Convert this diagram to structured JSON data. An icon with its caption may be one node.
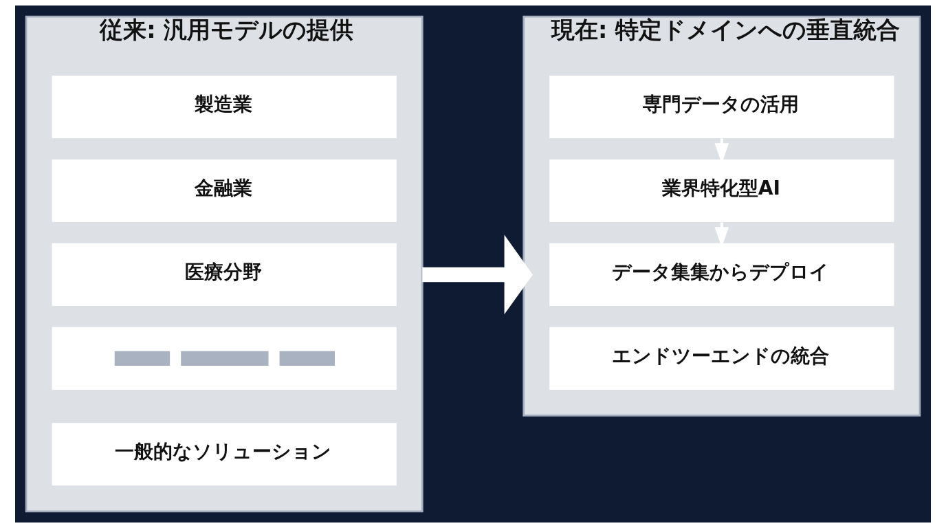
{
  "diagram": {
    "nodes": [
      {
        "text": [
          "従来: 汎用モデルの提供"
        ]
      },
      {
        "text": [
          "製造業"
        ],
        "in": 0
      },
      {
        "text": [
          "金融業"
        ],
        "in": 0
      },
      {
        "text": [
          "医療分野"
        ],
        "in": 0
      },
      {
        "text": [],
        "shape": "box",
        "in": 0
      },
      {
        "text": [
          "一般的なソリューション"
        ],
        "in": 0
      },
      {
        "text": [
          "現在: 特定ドメインへの垂直統合"
        ]
      },
      {
        "text": [
          "専門データの活用"
        ],
        "in": 6
      },
      {
        "text": [
          "業界特化型AI"
        ],
        "in": 6
      },
      {
        "text": [
          "データ集集からデプロイ"
        ],
        "in": 6
      },
      {
        "text": [
          "エンドツーエンドの統合"
        ],
        "in": 6
      }
    ],
    "edges": [
      {
        "from": 0,
        "to": 6,
        "arrow": "to",
        "style": "thick"
      },
      {
        "from": 7,
        "to": 8,
        "arrow": "to"
      },
      {
        "from": 8,
        "to": 9,
        "arrow": "to"
      }
    ]
  }
}
